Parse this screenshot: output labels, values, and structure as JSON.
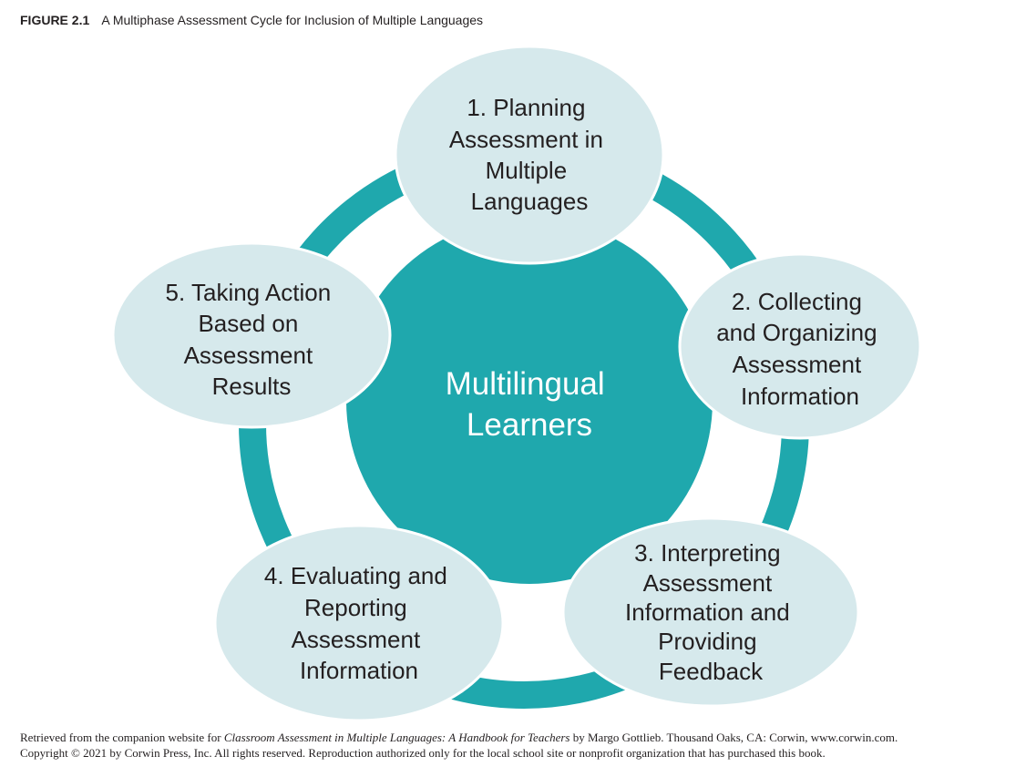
{
  "header": {
    "figure_label": "FIGURE 2.1",
    "title": "A Multiphase Assessment Cycle for Inclusion of Multiple Languages"
  },
  "colors": {
    "teal": "#1fa8ad",
    "node_fill": "#d6e9ec",
    "node_stroke": "#ffffff",
    "center_text": "#ffffff",
    "text": "#231f20"
  },
  "center": {
    "lines": [
      "Multilingual",
      "Learners"
    ]
  },
  "nodes": [
    {
      "id": "planning",
      "lines": [
        "1. Planning",
        "Assessment in",
        "Multiple",
        "Languages"
      ]
    },
    {
      "id": "collecting",
      "lines": [
        "2. Collecting",
        "and Organizing",
        "Assessment",
        "Information"
      ]
    },
    {
      "id": "interpreting",
      "lines": [
        "3. Interpreting",
        "Assessment",
        "Information and",
        "Providing",
        "Feedback"
      ]
    },
    {
      "id": "evaluating",
      "lines": [
        "4. Evaluating and",
        "Reporting",
        "Assessment",
        "Information"
      ]
    },
    {
      "id": "taking-action",
      "lines": [
        "5. Taking Action",
        "Based on",
        "Assessment",
        "Results"
      ]
    }
  ],
  "footer": {
    "line1_prefix": "Retrieved from the companion website for ",
    "line1_title": "Classroom Assessment in Multiple Languages: A Handbook for Teachers",
    "line1_suffix": " by Margo Gottlieb. Thousand Oaks, CA: Corwin, www.corwin.com.",
    "line2": "Copyright © 2021 by Corwin Press, Inc. All rights reserved. Reproduction authorized only for the local school site or nonprofit organization that has purchased this book."
  }
}
